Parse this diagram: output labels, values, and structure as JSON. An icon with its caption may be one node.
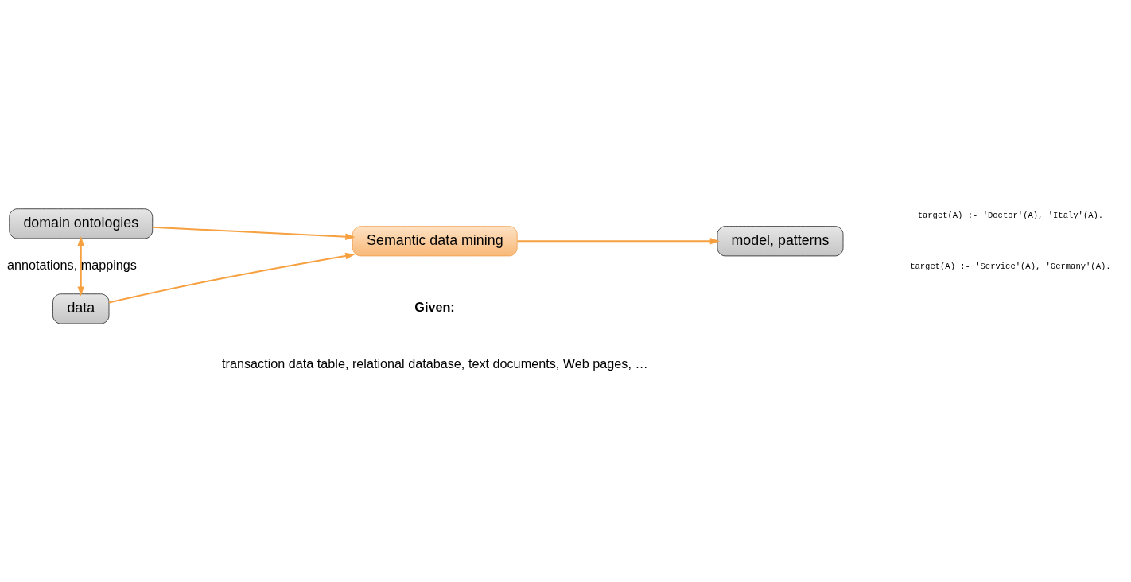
{
  "diagram": {
    "nodes": [
      {
        "text": [
          "domain ontologies"
        ]
      },
      {
        "text": [
          "Semantic data mining"
        ]
      },
      {
        "text": [
          "model, patterns"
        ]
      },
      {
        "text": [
          "data"
        ]
      }
    ],
    "edges": [
      {
        "from": 0,
        "to": 1,
        "arrow": "to"
      },
      {
        "from": 3,
        "to": 1,
        "arrow": "to"
      },
      {
        "from": 1,
        "to": 2,
        "arrow": "to"
      },
      {
        "from": 0,
        "to": 3,
        "arrow": "both",
        "label": "annotations, mappings"
      }
    ],
    "labels": [
      "target(A) :- 'Doctor'(A), 'Italy'(A).",
      "target(A) :- 'Service'(A), 'Germany'(A).",
      "Given:",
      "transaction data table, relational database, text documents, Web pages, …"
    ]
  }
}
